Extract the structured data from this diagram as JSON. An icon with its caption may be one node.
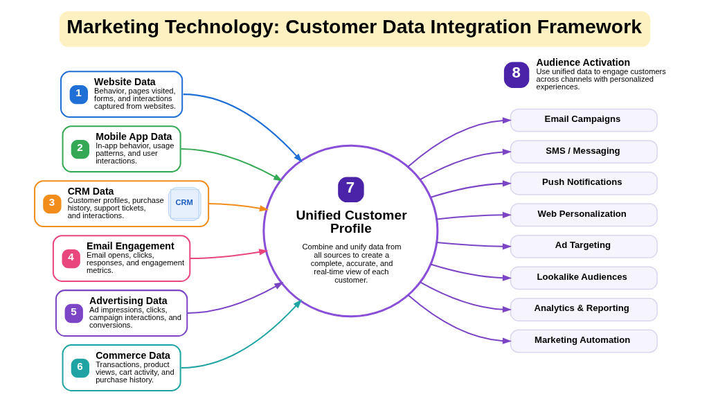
{
  "diagram": {
    "title": "Marketing Technology: Customer Data Integration Framework",
    "nodes": [
      {
        "text": [
          "1",
          "Website Data",
          "Behavior, pages visited, forms, and interactions captured from websites."
        ]
      },
      {
        "text": [
          "2",
          "Mobile App Data",
          "In-app behavior, usage patterns, and user interactions."
        ]
      },
      {
        "text": [
          "3",
          "CRM Data",
          "Customer profiles, purchase history, support tickets, and interactions.",
          "CRM"
        ]
      },
      {
        "text": [
          "4",
          "Email Engagement",
          "Email opens, clicks, responses, and engagement metrics."
        ]
      },
      {
        "text": [
          "5",
          "Advertising Data",
          "Ad impressions, clicks, campaign interactions, and conversions."
        ]
      },
      {
        "text": [
          "6",
          "Commerce Data",
          "Transactions, product views, cart activity, and purchase history."
        ]
      },
      {
        "text": [
          "7",
          "Unified Customer Profile",
          "Combine and unify data from all sources to create a complete, accurate, and real-time view of each customer."
        ]
      },
      {
        "text": [
          "8",
          "Audience Activation",
          "Use unified data to engage customers across channels with personalized experiences."
        ]
      },
      {
        "text": [
          "Email Campaigns"
        ]
      },
      {
        "text": [
          "SMS / Messaging"
        ]
      },
      {
        "text": [
          "Push Notifications"
        ]
      },
      {
        "text": [
          "Web Personalization"
        ]
      },
      {
        "text": [
          "Ad Targeting"
        ]
      },
      {
        "text": [
          "Lookalike Audiences"
        ]
      },
      {
        "text": [
          "Analytics & Reporting"
        ]
      },
      {
        "text": [
          "Marketing Automation"
        ]
      }
    ],
    "edges": [
      {
        "from": 0,
        "to": 6,
        "arrow": "to",
        "color": "#1f6fd6"
      },
      {
        "from": 1,
        "to": 6,
        "arrow": "to",
        "color": "#34a853"
      },
      {
        "from": 2,
        "to": 6,
        "arrow": "to",
        "color": "#f28c1b"
      },
      {
        "from": 3,
        "to": 6,
        "arrow": "to",
        "color": "#e8467c"
      },
      {
        "from": 4,
        "to": 6,
        "arrow": "to"
      },
      {
        "from": 5,
        "to": 6,
        "arrow": "to",
        "color": "#1fa3a3"
      },
      {
        "from": 6,
        "to": 8,
        "arrow": "to"
      },
      {
        "from": 6,
        "to": 9,
        "arrow": "to"
      },
      {
        "from": 6,
        "to": 10,
        "arrow": "to"
      },
      {
        "from": 6,
        "to": 11,
        "arrow": "to"
      },
      {
        "from": 6,
        "to": 12,
        "arrow": "to"
      },
      {
        "from": 6,
        "to": 13,
        "arrow": "to"
      },
      {
        "from": 6,
        "to": 14,
        "arrow": "to"
      },
      {
        "from": 6,
        "to": 15,
        "arrow": "to"
      }
    ]
  }
}
